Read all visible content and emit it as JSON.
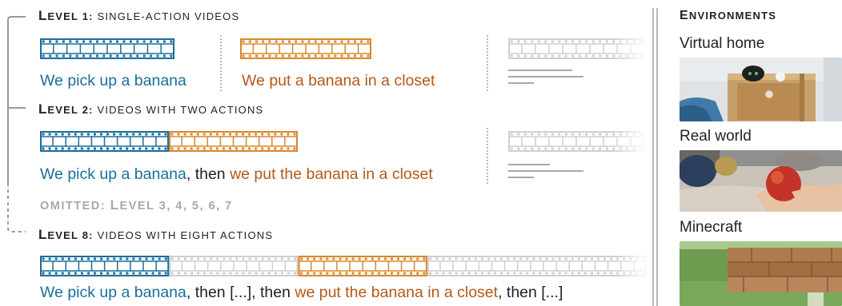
{
  "colors": {
    "blue": "#1a6e9c",
    "orange": "#d9882b",
    "orange_text": "#b4581a",
    "gray": "#cfcfcf",
    "omitted_text": "#a8a8a8",
    "divider": "#b8b8b8"
  },
  "level1": {
    "title_prefix": "L",
    "title_word": "EVEL 1:",
    "title_rest": " SINGLE-ACTION VIDEOS",
    "caption_blue": "We pick up a banana",
    "caption_orange": "We put a banana in a closet"
  },
  "level2": {
    "title_prefix": "L",
    "title_word": "EVEL 2:",
    "title_rest": " VIDEOS WITH TWO ACTIONS",
    "caption_blue": "We pick up a banana",
    "caption_then": ", then ",
    "caption_orange": "we put the banana in a closet"
  },
  "omitted": {
    "label": "OMITTED: ",
    "prefix": "L",
    "rest": "EVEL 3, 4, 5, 6, 7"
  },
  "level8": {
    "title_prefix": "L",
    "title_word": "EVEL 8:",
    "title_rest": " VIDEOS WITH EIGHT ACTIONS",
    "caption_blue": "We pick up a banana",
    "caption_then1": ", then [...], then ",
    "caption_orange": "we put the banana in a closet",
    "caption_then2": ", then [...]"
  },
  "environments": {
    "title_prefix": "E",
    "title_rest": "NVIRONMENTS",
    "items": [
      {
        "label": "Virtual home",
        "image": "virtual-home-scene"
      },
      {
        "label": "Real world",
        "image": "real-world-apple-scene"
      },
      {
        "label": "Minecraft",
        "image": "minecraft-scene"
      }
    ]
  }
}
